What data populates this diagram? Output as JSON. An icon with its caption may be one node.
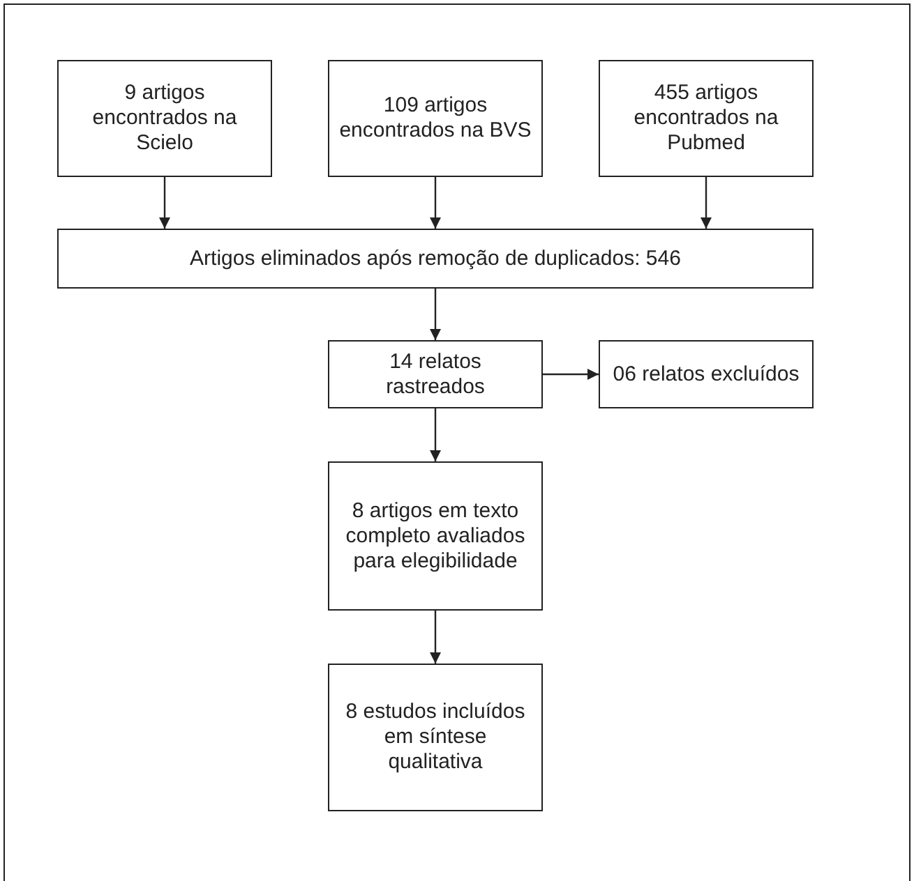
{
  "diagram": {
    "nodes": [
      {
        "text": [
          "9 artigos encontrados na Scielo"
        ]
      },
      {
        "text": [
          "109 artigos encontrados na BVS"
        ]
      },
      {
        "text": [
          "455 artigos encontrados na Pubmed"
        ]
      },
      {
        "text": [
          "Artigos eliminados após remoção de duplicados: 546"
        ]
      },
      {
        "text": [
          "14 relatos rastreados"
        ]
      },
      {
        "text": [
          "06 relatos excluídos"
        ]
      },
      {
        "text": [
          "8 artigos em texto completo avaliados para elegibilidade"
        ]
      },
      {
        "text": [
          "8 estudos incluídos em síntese qualitativa"
        ]
      }
    ],
    "edges": [
      {
        "from": 0,
        "to": 3,
        "arrow": "to"
      },
      {
        "from": 1,
        "to": 3,
        "arrow": "to"
      },
      {
        "from": 2,
        "to": 3,
        "arrow": "to"
      },
      {
        "from": 3,
        "to": 4,
        "arrow": "to"
      },
      {
        "from": 4,
        "to": 5,
        "arrow": "to"
      },
      {
        "from": 4,
        "to": 6,
        "arrow": "to"
      },
      {
        "from": 6,
        "to": 7,
        "arrow": "to"
      }
    ]
  }
}
